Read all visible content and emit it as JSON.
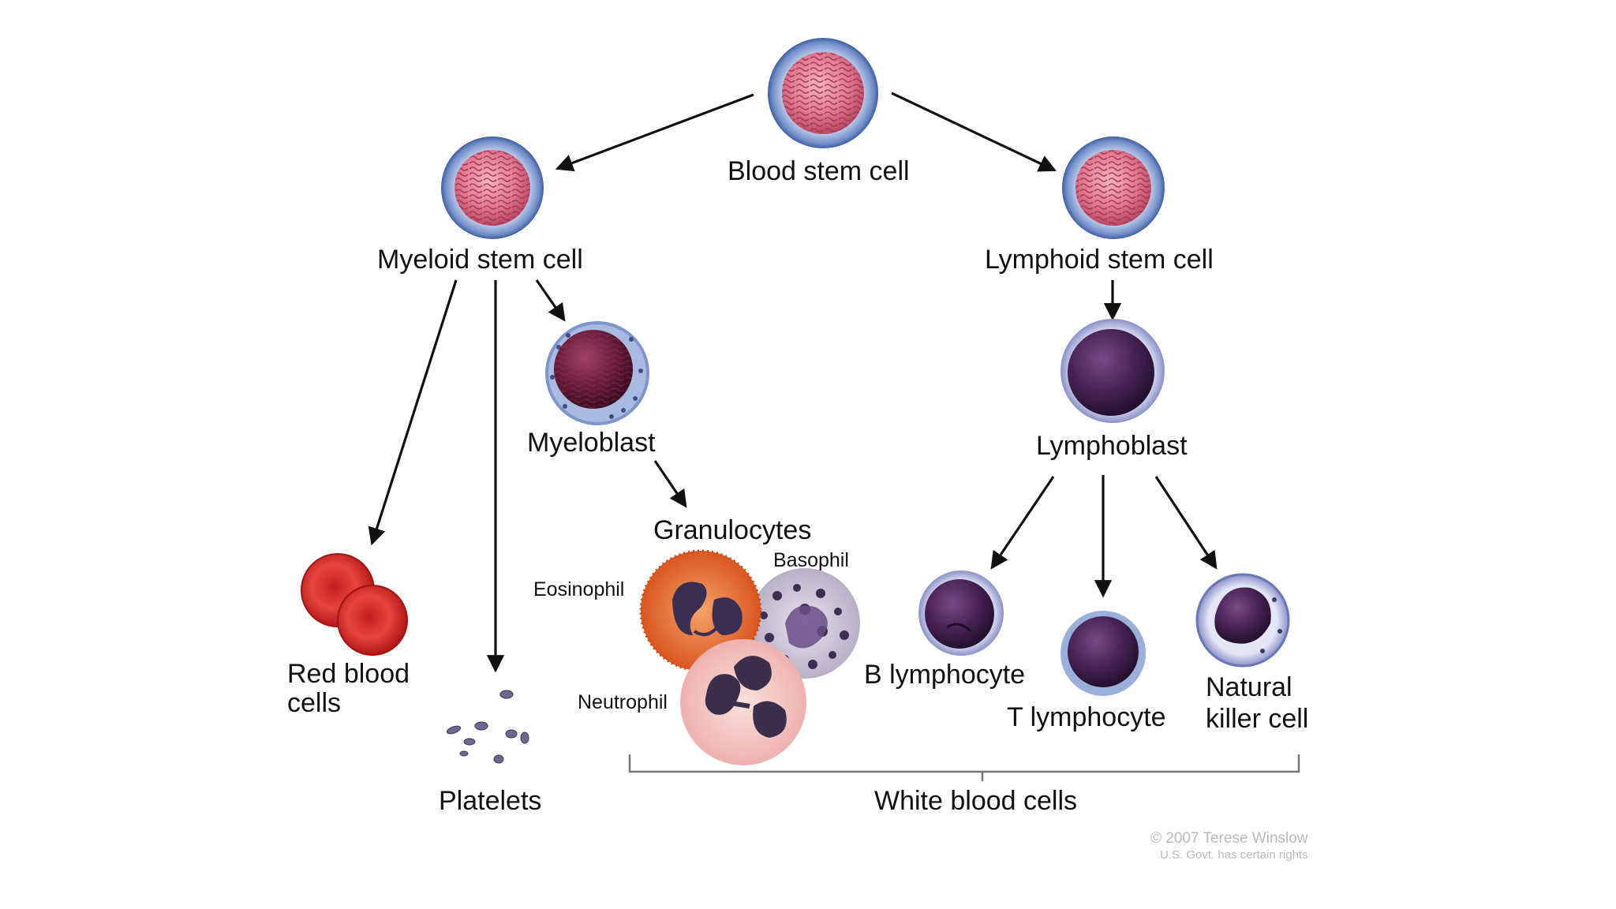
{
  "labels": {
    "blood_stem_cell": "Blood stem cell",
    "myeloid_stem_cell": "Myeloid stem cell",
    "lymphoid_stem_cell": "Lymphoid stem cell",
    "myeloblast": "Myeloblast",
    "lymphoblast": "Lymphoblast",
    "granulocytes": "Granulocytes",
    "eosinophil": "Eosinophil",
    "basophil": "Basophil",
    "neutrophil": "Neutrophil",
    "red_blood_cells_line1": "Red blood",
    "red_blood_cells_line2": "cells",
    "platelets": "Platelets",
    "b_lymphocyte": "B lymphocyte",
    "t_lymphocyte": "T lymphocyte",
    "natural_killer_line1": "Natural",
    "natural_killer_line2": "killer cell",
    "white_blood_cells": "White blood cells"
  },
  "credit": {
    "line1": "© 2007 Terese Winslow",
    "line2": "U.S. Govt. has certain rights"
  },
  "colors": {
    "stem_cell_membrane": "#5b78b8",
    "stem_cell_nucleus": "#d9748c",
    "blast_nucleus": "#5a1a34",
    "red_blood_cell": "#d42a2a",
    "eosinophil_granules": "#e0662e",
    "neutrophil_cytoplasm": "#f4c8c6",
    "basophil_granules": "#4a3a5e",
    "arrow": "#111111"
  }
}
